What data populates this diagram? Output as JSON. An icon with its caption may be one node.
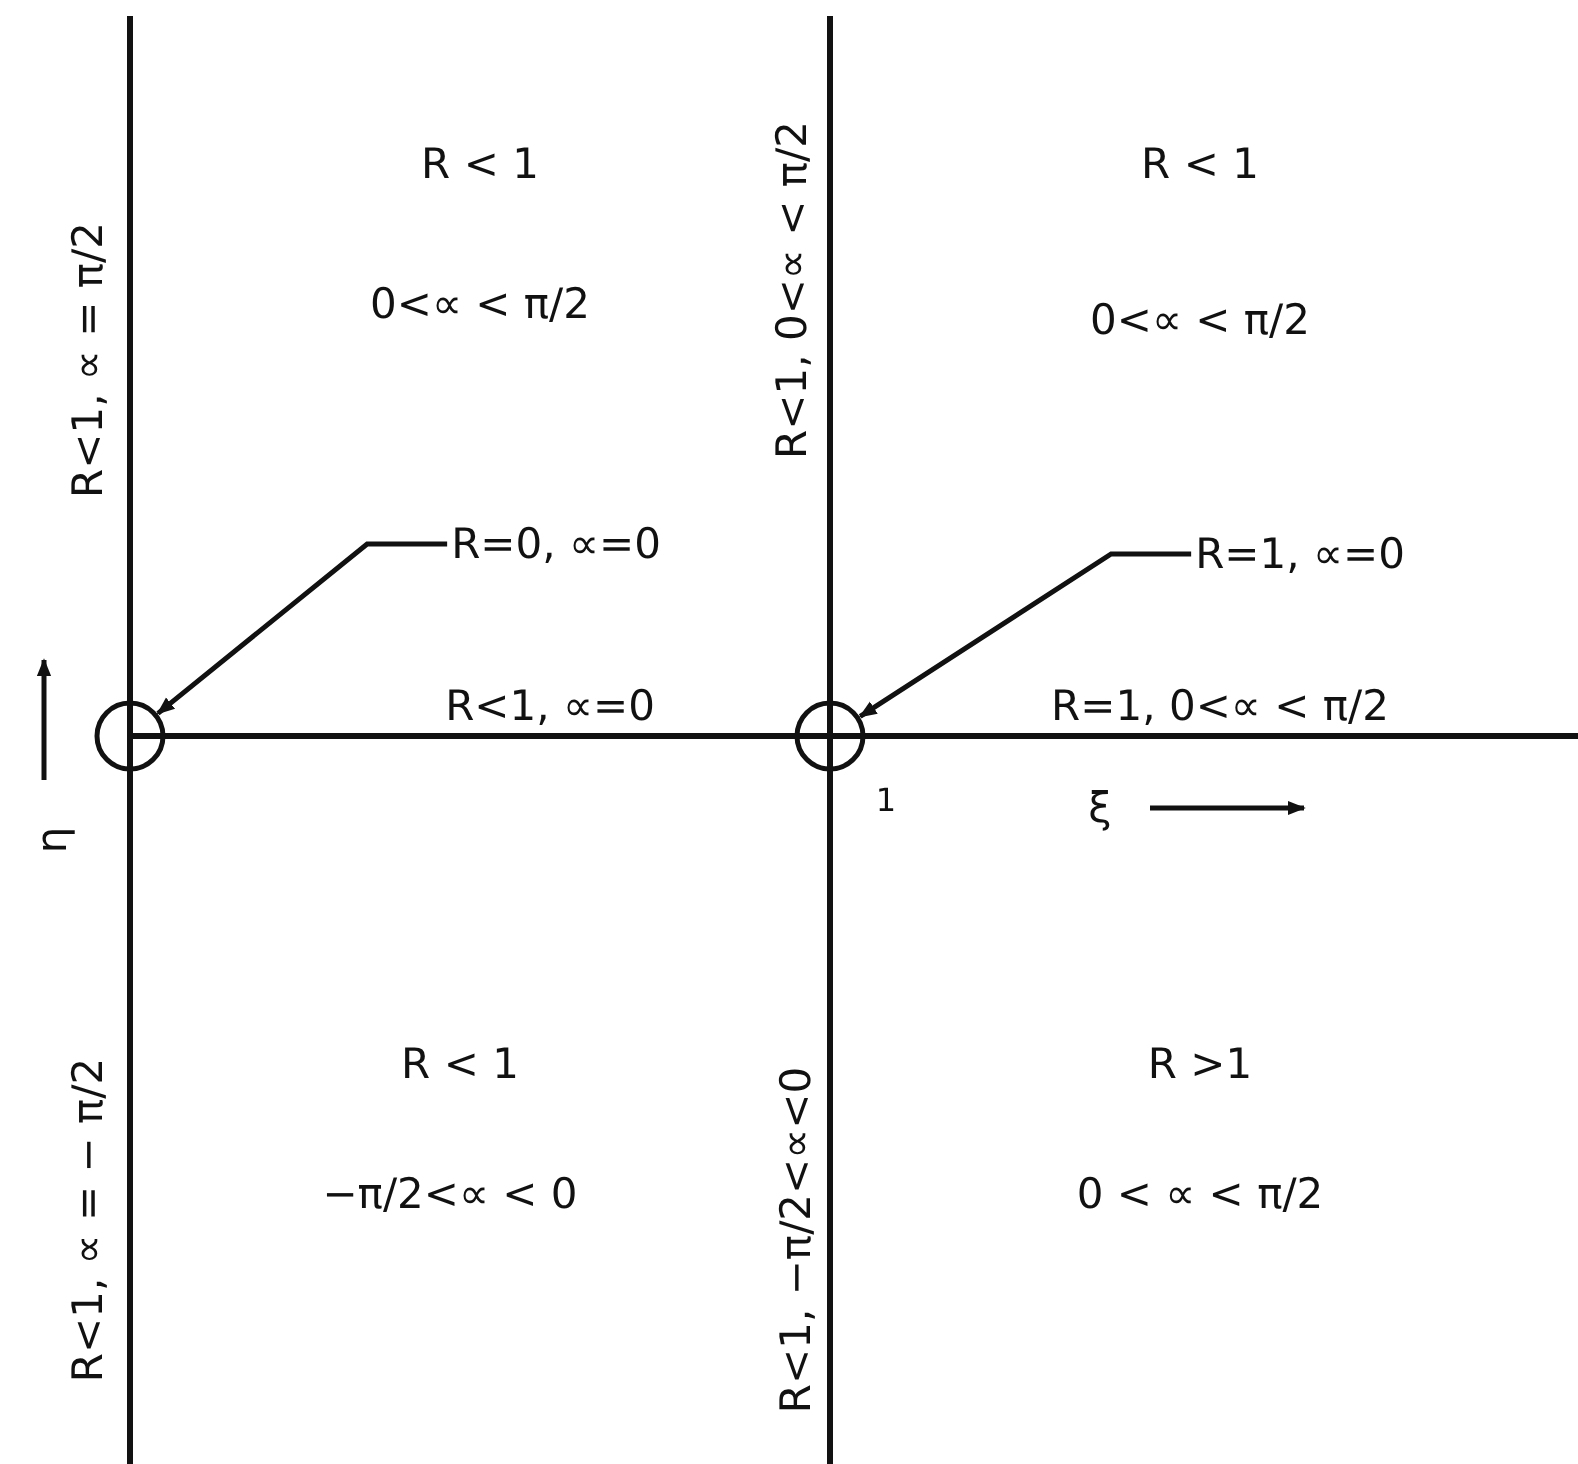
{
  "diagram": {
    "nodes": [
      {
        "text": [
          "R=0, ∝=0"
        ]
      },
      {
        "text": [],
        "shape": "circle"
      },
      {
        "text": [
          "R=1, ∝=0"
        ]
      },
      {
        "text": [],
        "shape": "circle"
      }
    ],
    "edges": [
      {
        "from": 0,
        "to": 1,
        "arrow": "to"
      },
      {
        "from": 2,
        "to": 3,
        "arrow": "to"
      }
    ],
    "labels": [
      "R < 1",
      "0<∝ < π/2",
      "R<1, ∝ = π/2",
      "R<1, 0<∝ < π/2",
      "R < 1",
      "0<∝ < π/2",
      "R<1, ∝=0",
      "R=1, 0<∝ < π/2",
      "η",
      "1",
      "ξ",
      "R<1, ∝ = − π/2",
      "R < 1",
      "−π/2<∝ < 0",
      "R<1, −π/2<∝<0",
      "R >1",
      "0 < ∝ < π/2"
    ]
  }
}
